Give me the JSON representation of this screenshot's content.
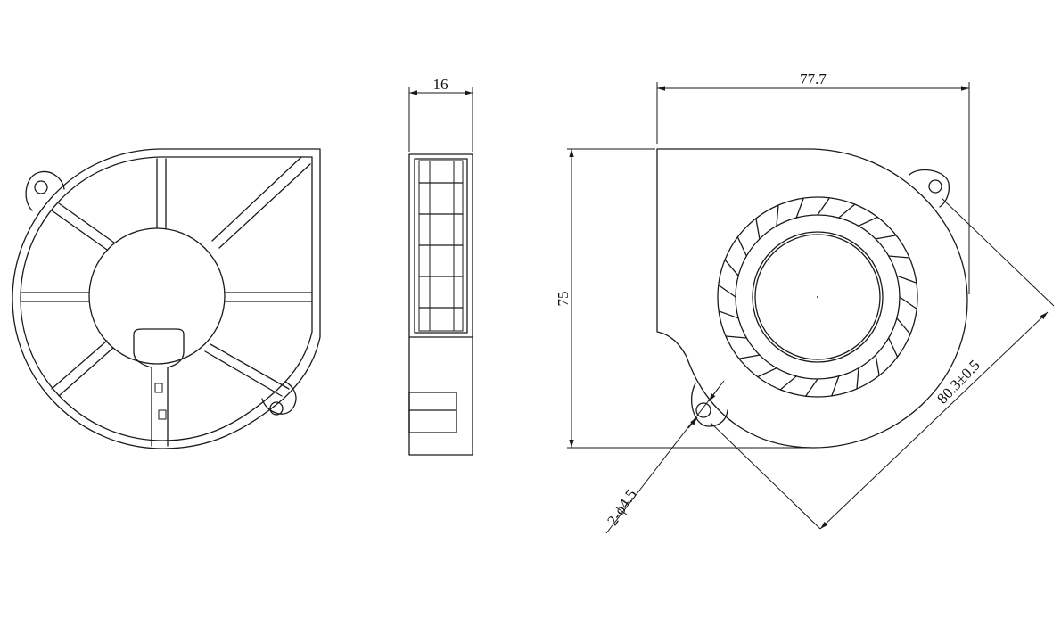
{
  "drawing": {
    "dimensions": {
      "thickness": "16",
      "width": "77.7",
      "height": "75",
      "hole_spacing": "80.3±0.5",
      "hole_diameter": "2-ϕ4.5"
    }
  }
}
